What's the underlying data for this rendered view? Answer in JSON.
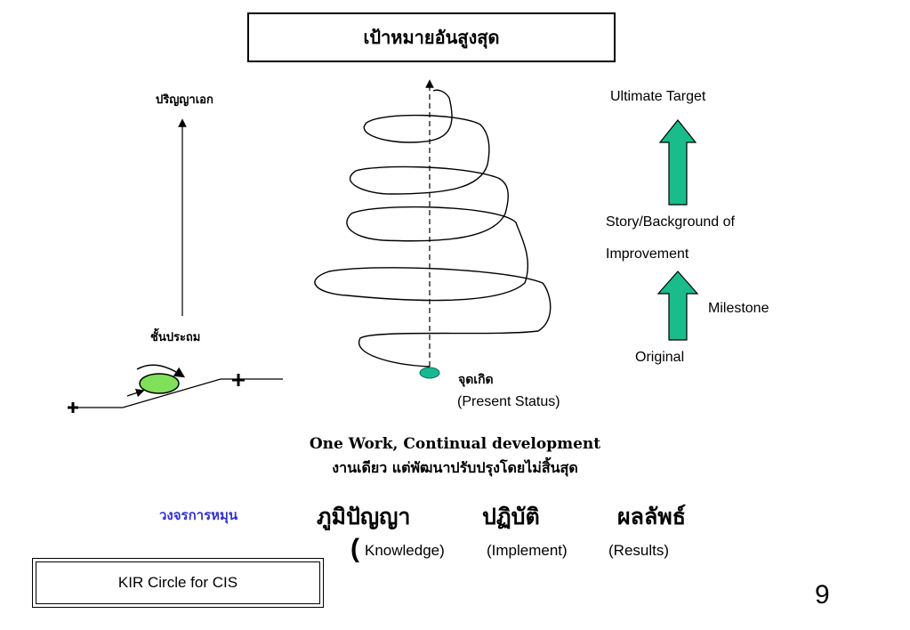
{
  "title": "เป้าหมายอันสูงสุด",
  "left_axis": {
    "top_label": "ปริญญาเอก",
    "bottom_label": "ชั้นประถม"
  },
  "spiral": {
    "start_label": "จุดเกิด",
    "start_sublabel": "(Present Status)"
  },
  "right_panel": {
    "top_label": "Ultimate Target",
    "middle_label_1": "Story/Background of",
    "middle_label_2": "Improvement",
    "milestone_label": "Milestone",
    "bottom_label": "Original",
    "arrow_color": "#1abc8c"
  },
  "caption": {
    "line1": "One Work, Continual development",
    "line2": "งานเดียว แต่พัฒนาปรับปรุงโดยไม่สิ้นสุด"
  },
  "cycle": {
    "label": "วงจรการหมุน",
    "label_color": "#3333cc",
    "step1": "ภูมิปัญญา",
    "step2": "ปฏิบัติ",
    "step3": "ผลลัพธ์",
    "step1_en_paren": "(",
    "step1_en": "Knowledge)",
    "step2_en": "(Implement)",
    "step3_en": "(Results)"
  },
  "footer": {
    "box_label": "KIR Circle for CIS",
    "page_number": "9"
  },
  "colors": {
    "ball": "#7fe05a",
    "start_dot": "#18b890",
    "arrow_green": "#1abc8c"
  }
}
